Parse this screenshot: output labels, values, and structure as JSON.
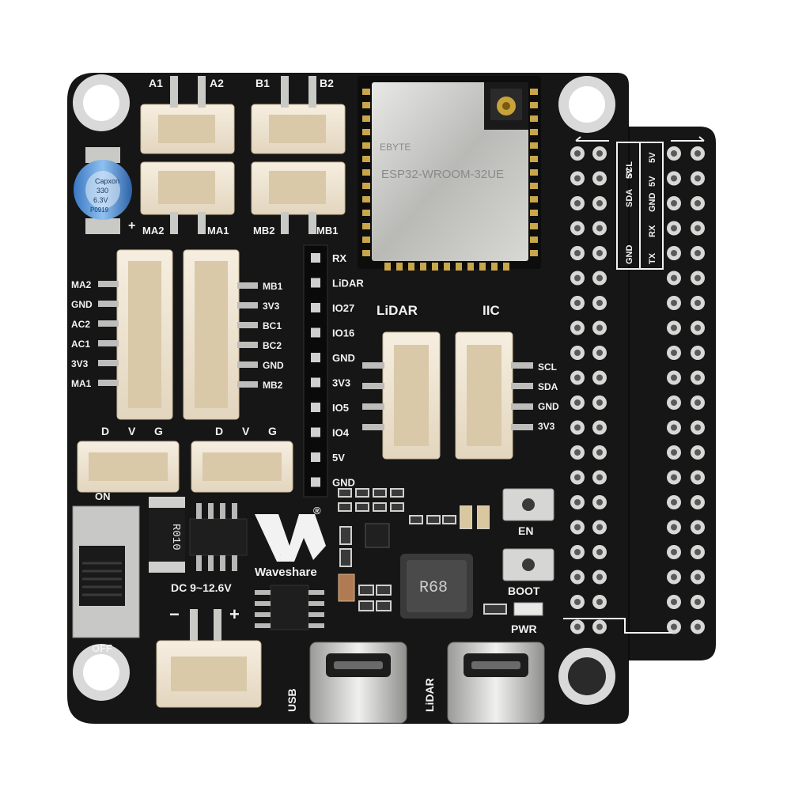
{
  "motor_ports": {
    "a1": "A1",
    "a2": "A2",
    "b1": "B1",
    "b2": "B2",
    "ma2": "MA2",
    "ma1": "MA1",
    "mb2": "MB2",
    "mb1": "MB1"
  },
  "capacitor": {
    "brand": "Capxon",
    "value": "330",
    "voltage": "6.3V",
    "code": "P0919"
  },
  "module": {
    "brand": "EBYTE",
    "model": "ESP32-WROOM-32UE"
  },
  "left_header_pins": [
    "MA2",
    "GND",
    "AC2",
    "AC1",
    "3V3",
    "MA1"
  ],
  "right_header_pins": [
    "MB1",
    "3V3",
    "BC1",
    "BC2",
    "GND",
    "MB2"
  ],
  "io_header_pins": [
    "RX",
    "LiDAR",
    "IO27",
    "IO16",
    "GND",
    "3V3",
    "IO5",
    "IO4",
    "5V",
    "GND"
  ],
  "servo_labels": {
    "d": "D",
    "v": "V",
    "g": "G"
  },
  "connectors": {
    "lidar": "LiDAR",
    "iic": "IIC"
  },
  "iic_pins": [
    "SCL",
    "SDA",
    "GND",
    "3V3"
  ],
  "gpio_table": {
    "col1": [
      "GND",
      "",
      "",
      "SCL"
    ],
    "col2": [
      "TX",
      "RX",
      "GND",
      "5V",
      "5V"
    ],
    "col3": [
      "",
      "",
      "SDA",
      "5V"
    ]
  },
  "switch": {
    "on": "ON",
    "off": "OFF"
  },
  "resistor": "R010",
  "inductor": "R68",
  "brand": {
    "name": "Waveshare",
    "logo_text": "W"
  },
  "power": {
    "range": "DC 9~12.6V",
    "minus": "−",
    "plus": "+"
  },
  "buttons": {
    "en": "EN",
    "boot": "BOOT",
    "pwr": "PWR"
  },
  "usb": {
    "usb": "USB",
    "lidar": "LiDAR"
  },
  "cap_plus": "+",
  "registered": "®"
}
